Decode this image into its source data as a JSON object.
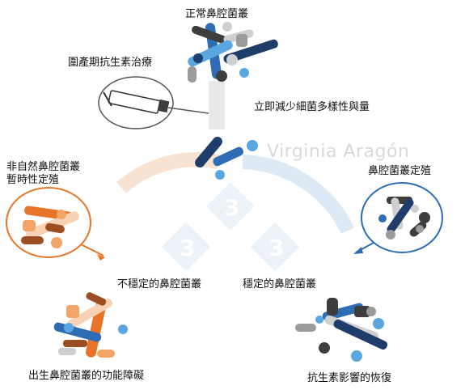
{
  "labels": {
    "top_title": "正常鼻腔菌叢",
    "perinatal_antibiotics": "圍產期抗生素治療",
    "immediate_reduction": "立即減少細菌多樣性與量",
    "unnatural_line1": "非自然鼻腔菌叢",
    "unnatural_line2": "暫時性定殖",
    "colonization": "鼻腔菌叢定殖",
    "unstable": "不穩定的鼻腔菌叢",
    "stable": "穩定的鼻腔菌叢",
    "dysfunction": "出生鼻腔菌叢的功能障礙",
    "recovery": "抗生素影響的恢復"
  },
  "watermark": "Virginia Aragón",
  "logo_mark": "3",
  "colors": {
    "dark_navy": "#1f3d6b",
    "blue": "#2e6db4",
    "light_blue": "#5aa6e0",
    "gray": "#9b9b9b",
    "light_gray": "#cfcfcf",
    "dark_gray": "#3d3d3d",
    "orange": "#e8742a",
    "light_orange": "#f2a566",
    "brown": "#9a4e22",
    "peach": "#f7d2b4",
    "pale_blue": "#d8e6f3"
  }
}
